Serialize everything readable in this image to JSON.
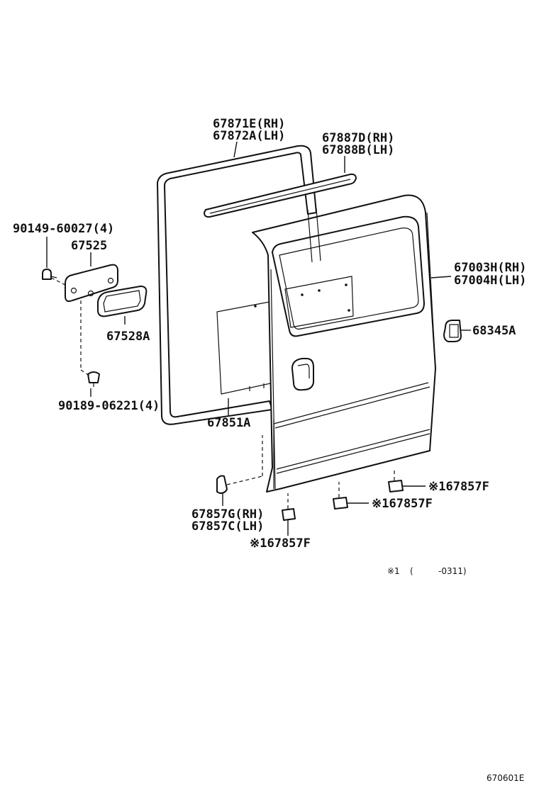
{
  "labels": {
    "p67871": "67871E(RH)",
    "p67872": "67872A(LH)",
    "p67887": "67887D(RH)",
    "p67888": "67888B(LH)",
    "p90149": "90149-60027(4)",
    "p67525": "67525",
    "p67003": "67003H(RH)",
    "p67004": "67004H(LH)",
    "p67528": "67528A",
    "p68345": "68345A",
    "p90189": "90189-06221(4)",
    "p67851": "67851A",
    "p67857f_1": "※167857F",
    "p67857f_2": "※167857F",
    "p67857g": "67857G(RH)",
    "p67857c": "67857C(LH)",
    "p67857f_3": "※167857F",
    "note_mark": "※1",
    "note_open": "(",
    "note_range": "-0311)",
    "figure_code": "670601E"
  }
}
